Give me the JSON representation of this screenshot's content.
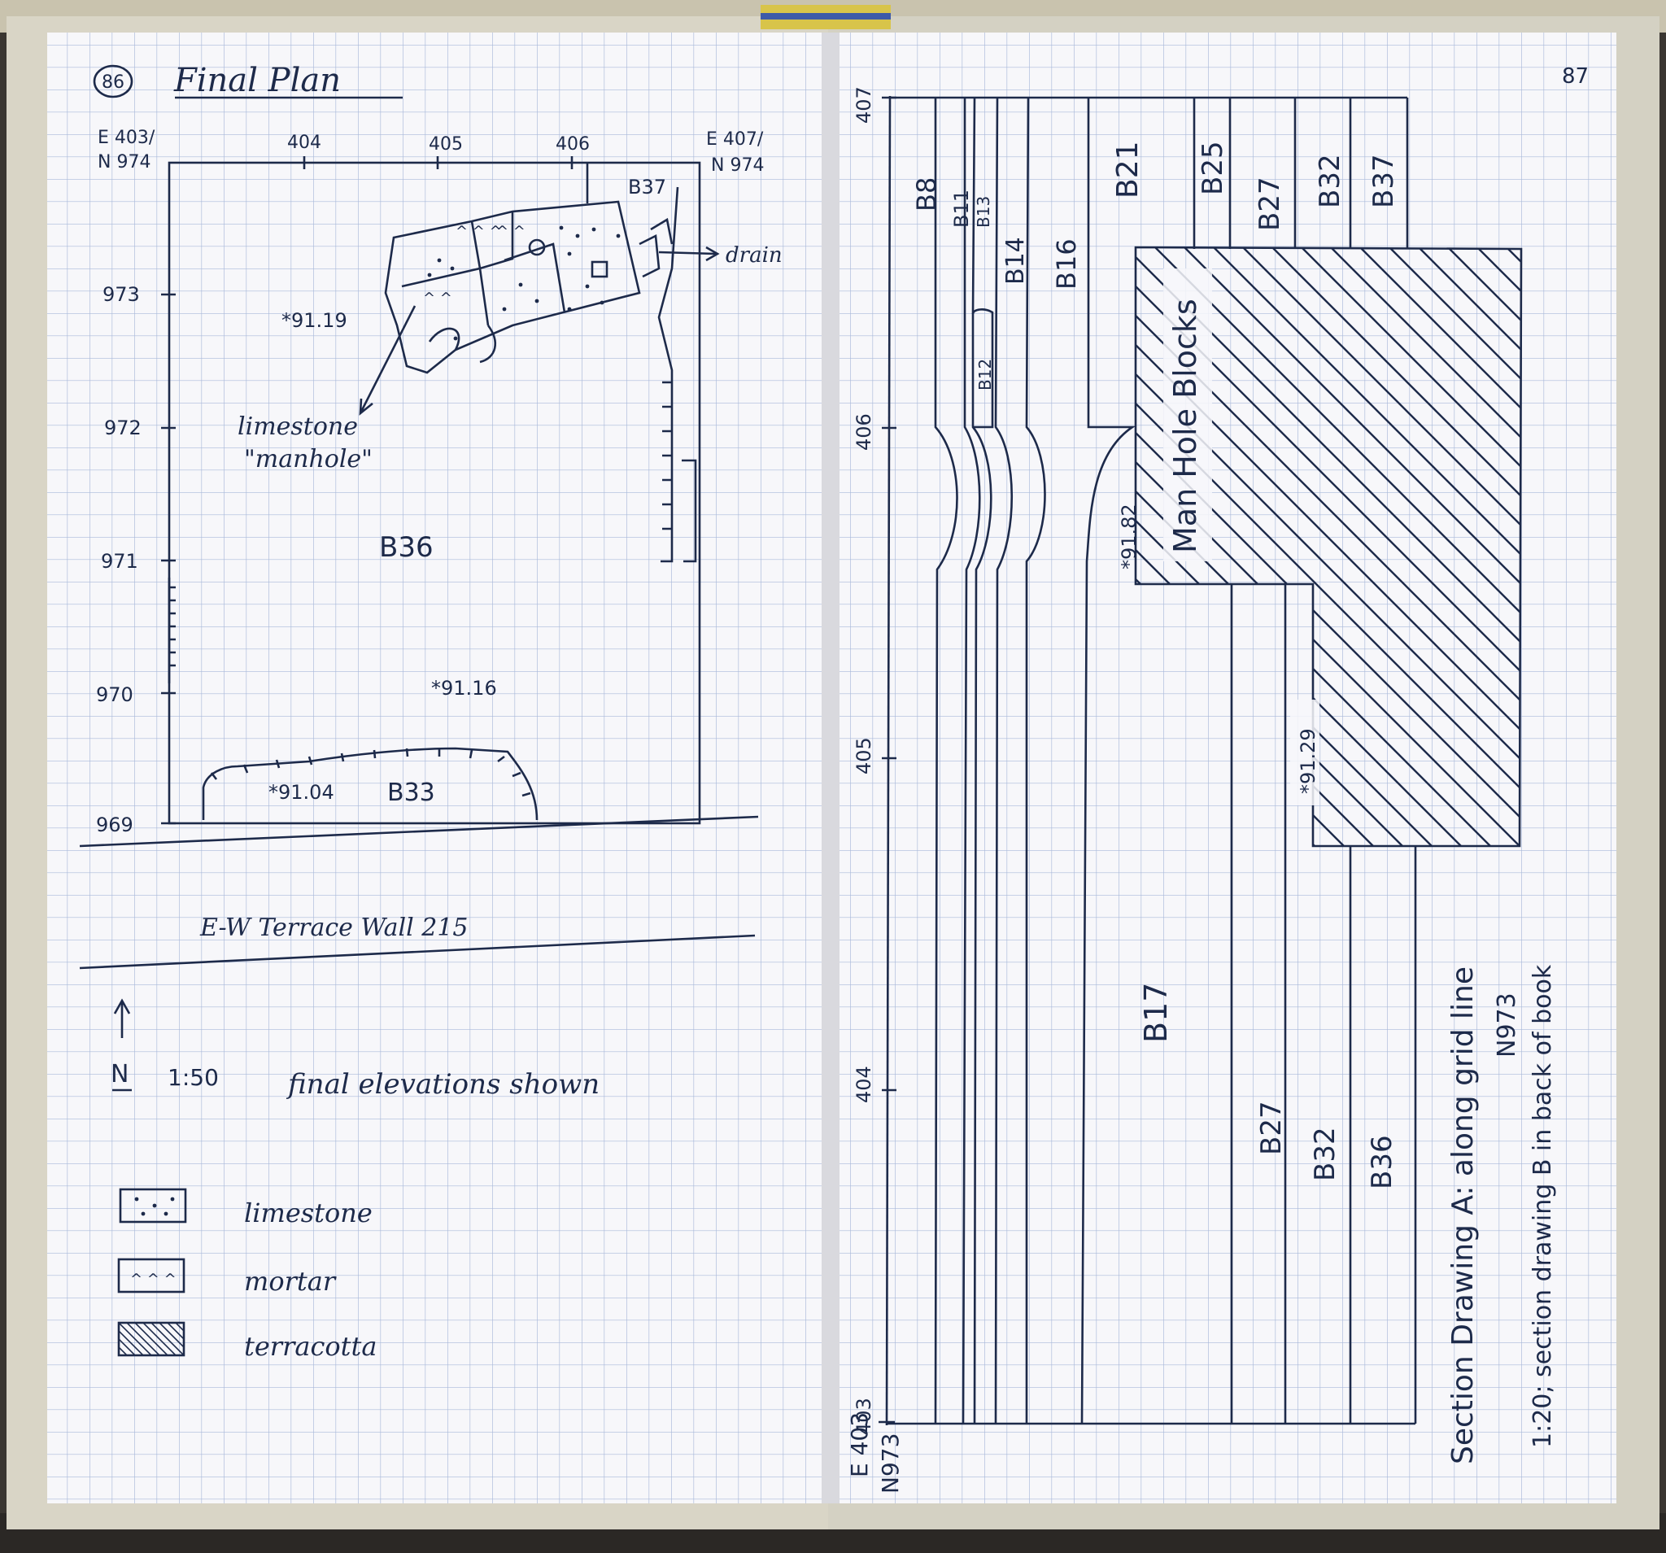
{
  "left_page": {
    "page_number": "86",
    "title": "Final Plan",
    "corner_nw": [
      "E 403/",
      "N 974"
    ],
    "corner_ne": [
      "E 407/",
      "N 974"
    ],
    "x_ticks": [
      "404",
      "405",
      "406"
    ],
    "y_ticks": [
      "973",
      "972",
      "971",
      "970",
      "969"
    ],
    "labels": {
      "b37": "B37",
      "drain": "drain",
      "manhole": [
        "limestone",
        "\"manhole\""
      ],
      "b36": "B36",
      "b33": "B33",
      "elev_1": "*91.19",
      "elev_2": "*91.16",
      "elev_3": "*91.04"
    },
    "wall_label": "E-W Terrace Wall 215",
    "north_label": "N",
    "scale": "1:50",
    "note": "final elevations shown",
    "legend": [
      {
        "symbol": "dots",
        "label": "limestone"
      },
      {
        "symbol": "carets",
        "label": "mortar"
      },
      {
        "symbol": "hatch",
        "label": "terracotta"
      }
    ]
  },
  "right_page": {
    "page_number": "87",
    "axis_ticks": [
      "407",
      "406",
      "405",
      "404",
      "403"
    ],
    "corner_label": [
      "E 403",
      "N973"
    ],
    "layers_top": [
      "B8",
      "B11",
      "B13",
      "B14",
      "B16",
      "B21",
      "B25",
      "B27",
      "B32",
      "B37"
    ],
    "b12": "B12",
    "feature_label": "Man Hole Blocks",
    "elev_1": "*91.82",
    "elev_2": "*91.29",
    "layers_bottom": [
      "B17",
      "B27",
      "B32",
      "B36"
    ],
    "caption": [
      "Section Drawing A: along grid line",
      "N973",
      "1:20; section drawing B in back of book"
    ]
  },
  "colors": {
    "paper": "#f7f7fa",
    "grid": "#a9b9da",
    "ink": "#1d2a4a",
    "cover": "#3a3631"
  }
}
